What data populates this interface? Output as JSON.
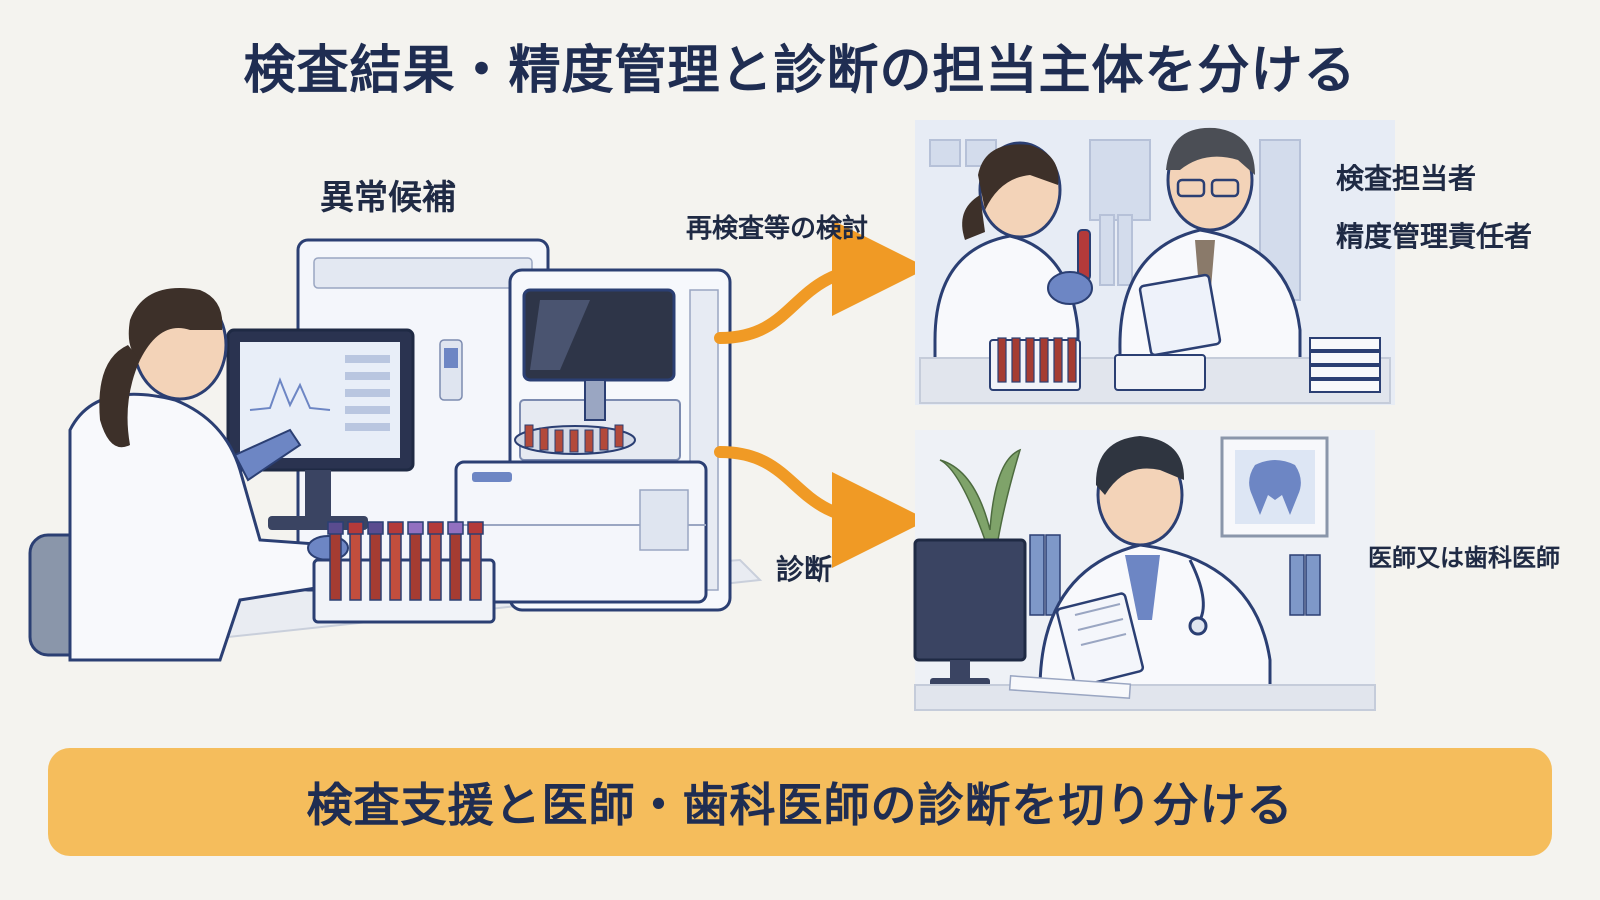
{
  "title": "検査結果・精度管理と診断の担当主体を分ける",
  "left_panel": {
    "label": "異常候補"
  },
  "arrows": {
    "upper_label": "再検査等の検討",
    "lower_label": "診断"
  },
  "upper_panel": {
    "role_line1": "検査担当者",
    "role_line2": "精度管理責任者"
  },
  "lower_panel": {
    "role": "医師又は歯科医師"
  },
  "banner": {
    "text": "検査支援と医師・歯科医師の診断を切り分ける"
  },
  "colors": {
    "arrow": "#f09a25",
    "banner": "#f5bd5c",
    "title": "#1f2d52",
    "outline": "#2b3f73"
  }
}
